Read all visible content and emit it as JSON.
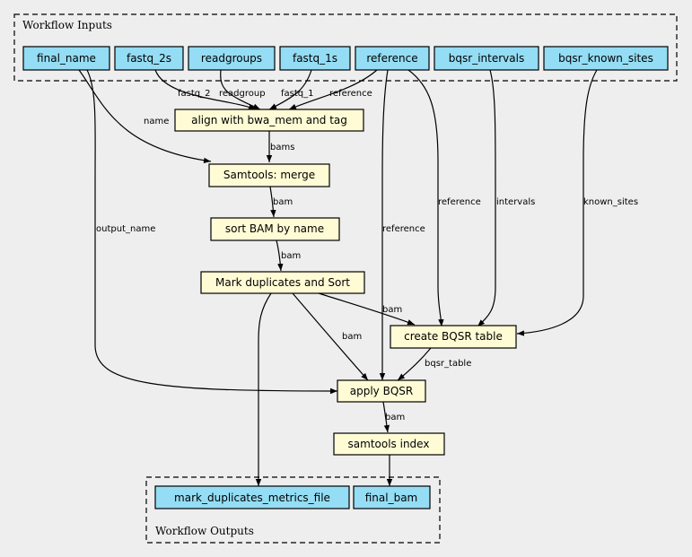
{
  "colors": {
    "background": "#eeeeee",
    "input_fill": "#94ddf4",
    "step_fill": "#fffcd5",
    "output_fill": "#94ddf4"
  },
  "clusters": {
    "inputs": {
      "label": "Workflow Inputs"
    },
    "outputs": {
      "label": "Workflow Outputs"
    }
  },
  "nodes": {
    "final_name": "final_name",
    "fastq_2s": "fastq_2s",
    "readgroups": "readgroups",
    "fastq_1s": "fastq_1s",
    "reference": "reference",
    "bqsr_intervals": "bqsr_intervals",
    "bqsr_known_sites": "bqsr_known_sites",
    "align": "align with bwa_mem and tag",
    "merge": "Samtools: merge",
    "sort": "sort BAM by name",
    "markdup": "Mark duplicates and Sort",
    "create_bqsr": "create BQSR table",
    "apply_bqsr": "apply BQSR",
    "index": "samtools index",
    "out_metrics": "mark_duplicates_metrics_file",
    "out_bam": "final_bam"
  },
  "edge_labels": {
    "fastq_2": "fastq_2",
    "readgroup": "readgroup",
    "fastq_1": "fastq_1",
    "reference_align": "reference",
    "name": "name",
    "output_name": "output_name",
    "reference_apply": "reference",
    "reference_create": "reference",
    "intervals": "intervals",
    "known_sites": "known_sites",
    "bams": "bams",
    "bam_merge_sort": "bam",
    "bam_sort_mark": "bam",
    "bam_mark_create": "bam",
    "bam_mark_apply": "bam",
    "bqsr_table": "bqsr_table",
    "bam_apply_index": "bam"
  }
}
